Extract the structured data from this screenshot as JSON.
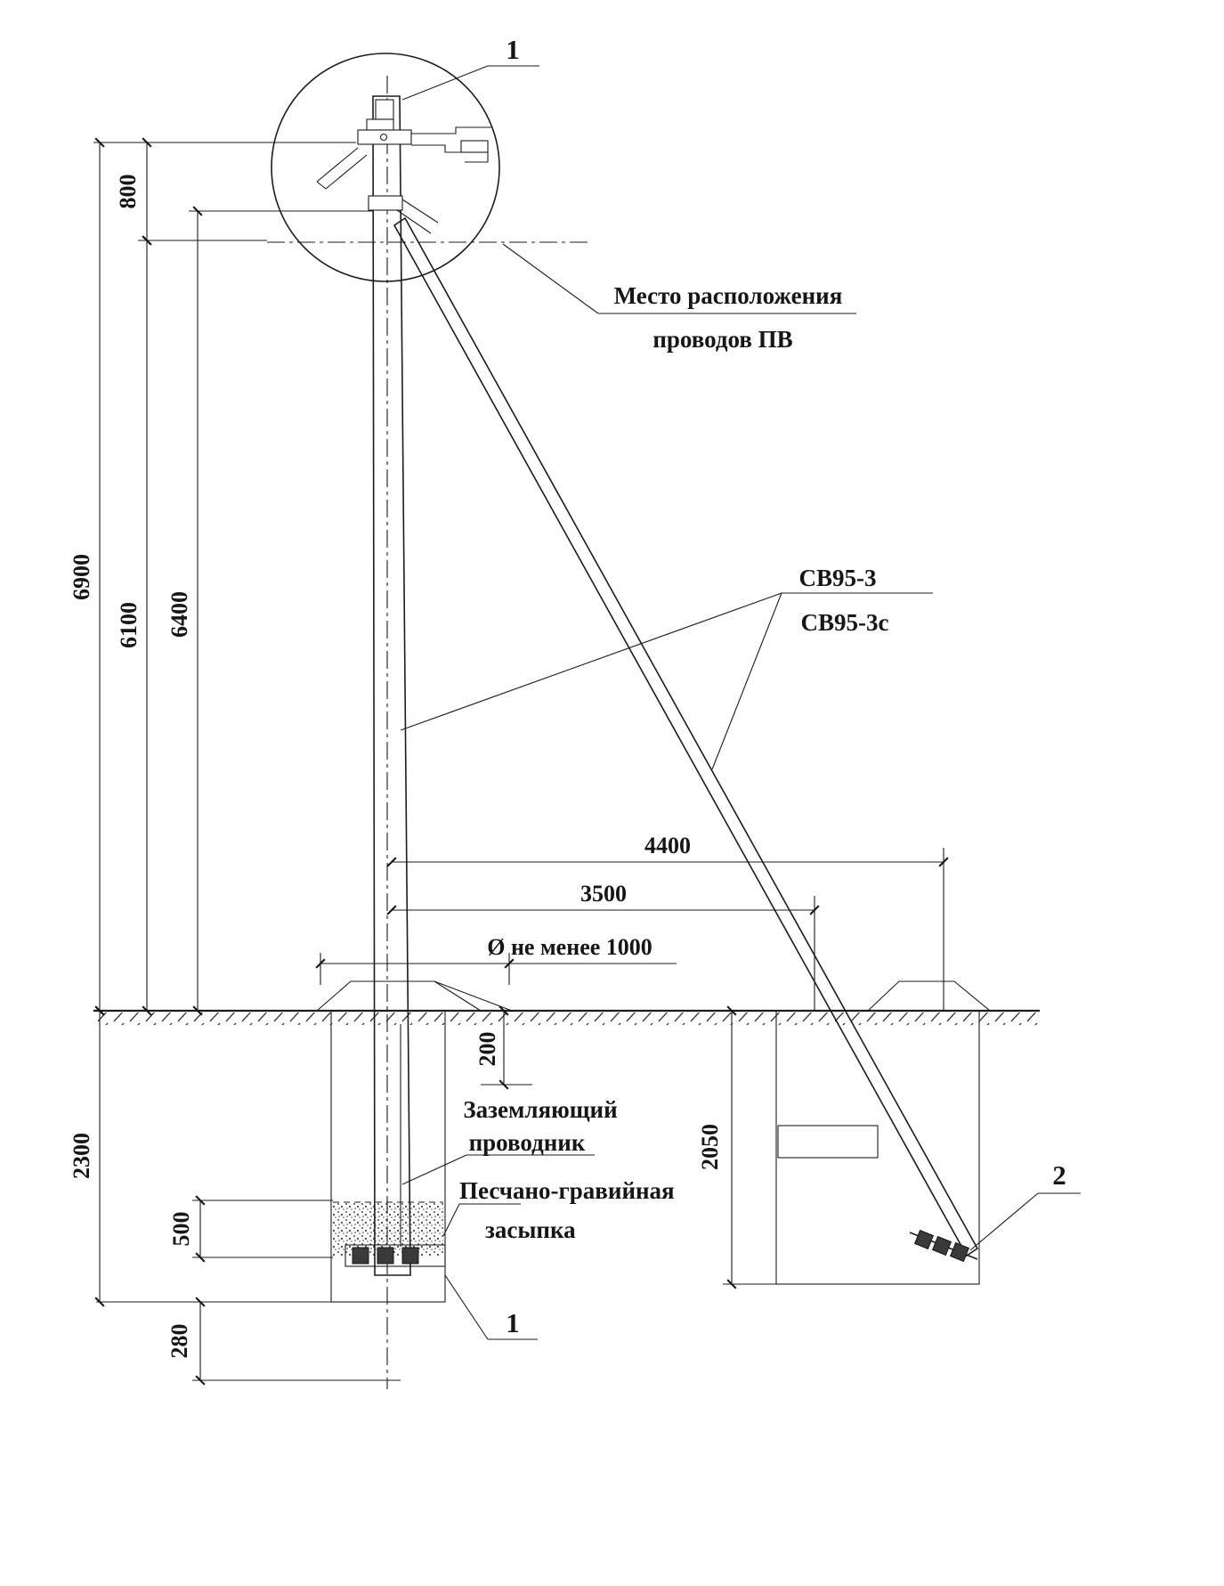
{
  "colors": {
    "ink": "#1c1c1c",
    "paper": "#ffffff"
  },
  "markers": {
    "detail_top": "1",
    "detail_bottom": "1",
    "detail_strut": "2"
  },
  "labels": {
    "wires_line1": "Место расположения",
    "wires_line2": "проводов ПВ",
    "pole_type_line1": "СВ95-3",
    "pole_type_line2": "СВ95-3с",
    "grounding_line1": "Заземляющий",
    "grounding_line2": "проводник",
    "backfill_line1": "Песчано-гравийная",
    "backfill_line2": "засыпка"
  },
  "dimensions": {
    "top_offset": "800",
    "pole_height_total": "6900",
    "pole_height_wire": "6100",
    "pole_height_upper": "6400",
    "strut_span": "4400",
    "strut_foot_offset": "3500",
    "pit_diameter": "Ø не менее 1000",
    "mound_depth": "200",
    "pit_depth": "2300",
    "strut_pit_depth": "2050",
    "backfill_height": "500",
    "below_depth": "280"
  }
}
